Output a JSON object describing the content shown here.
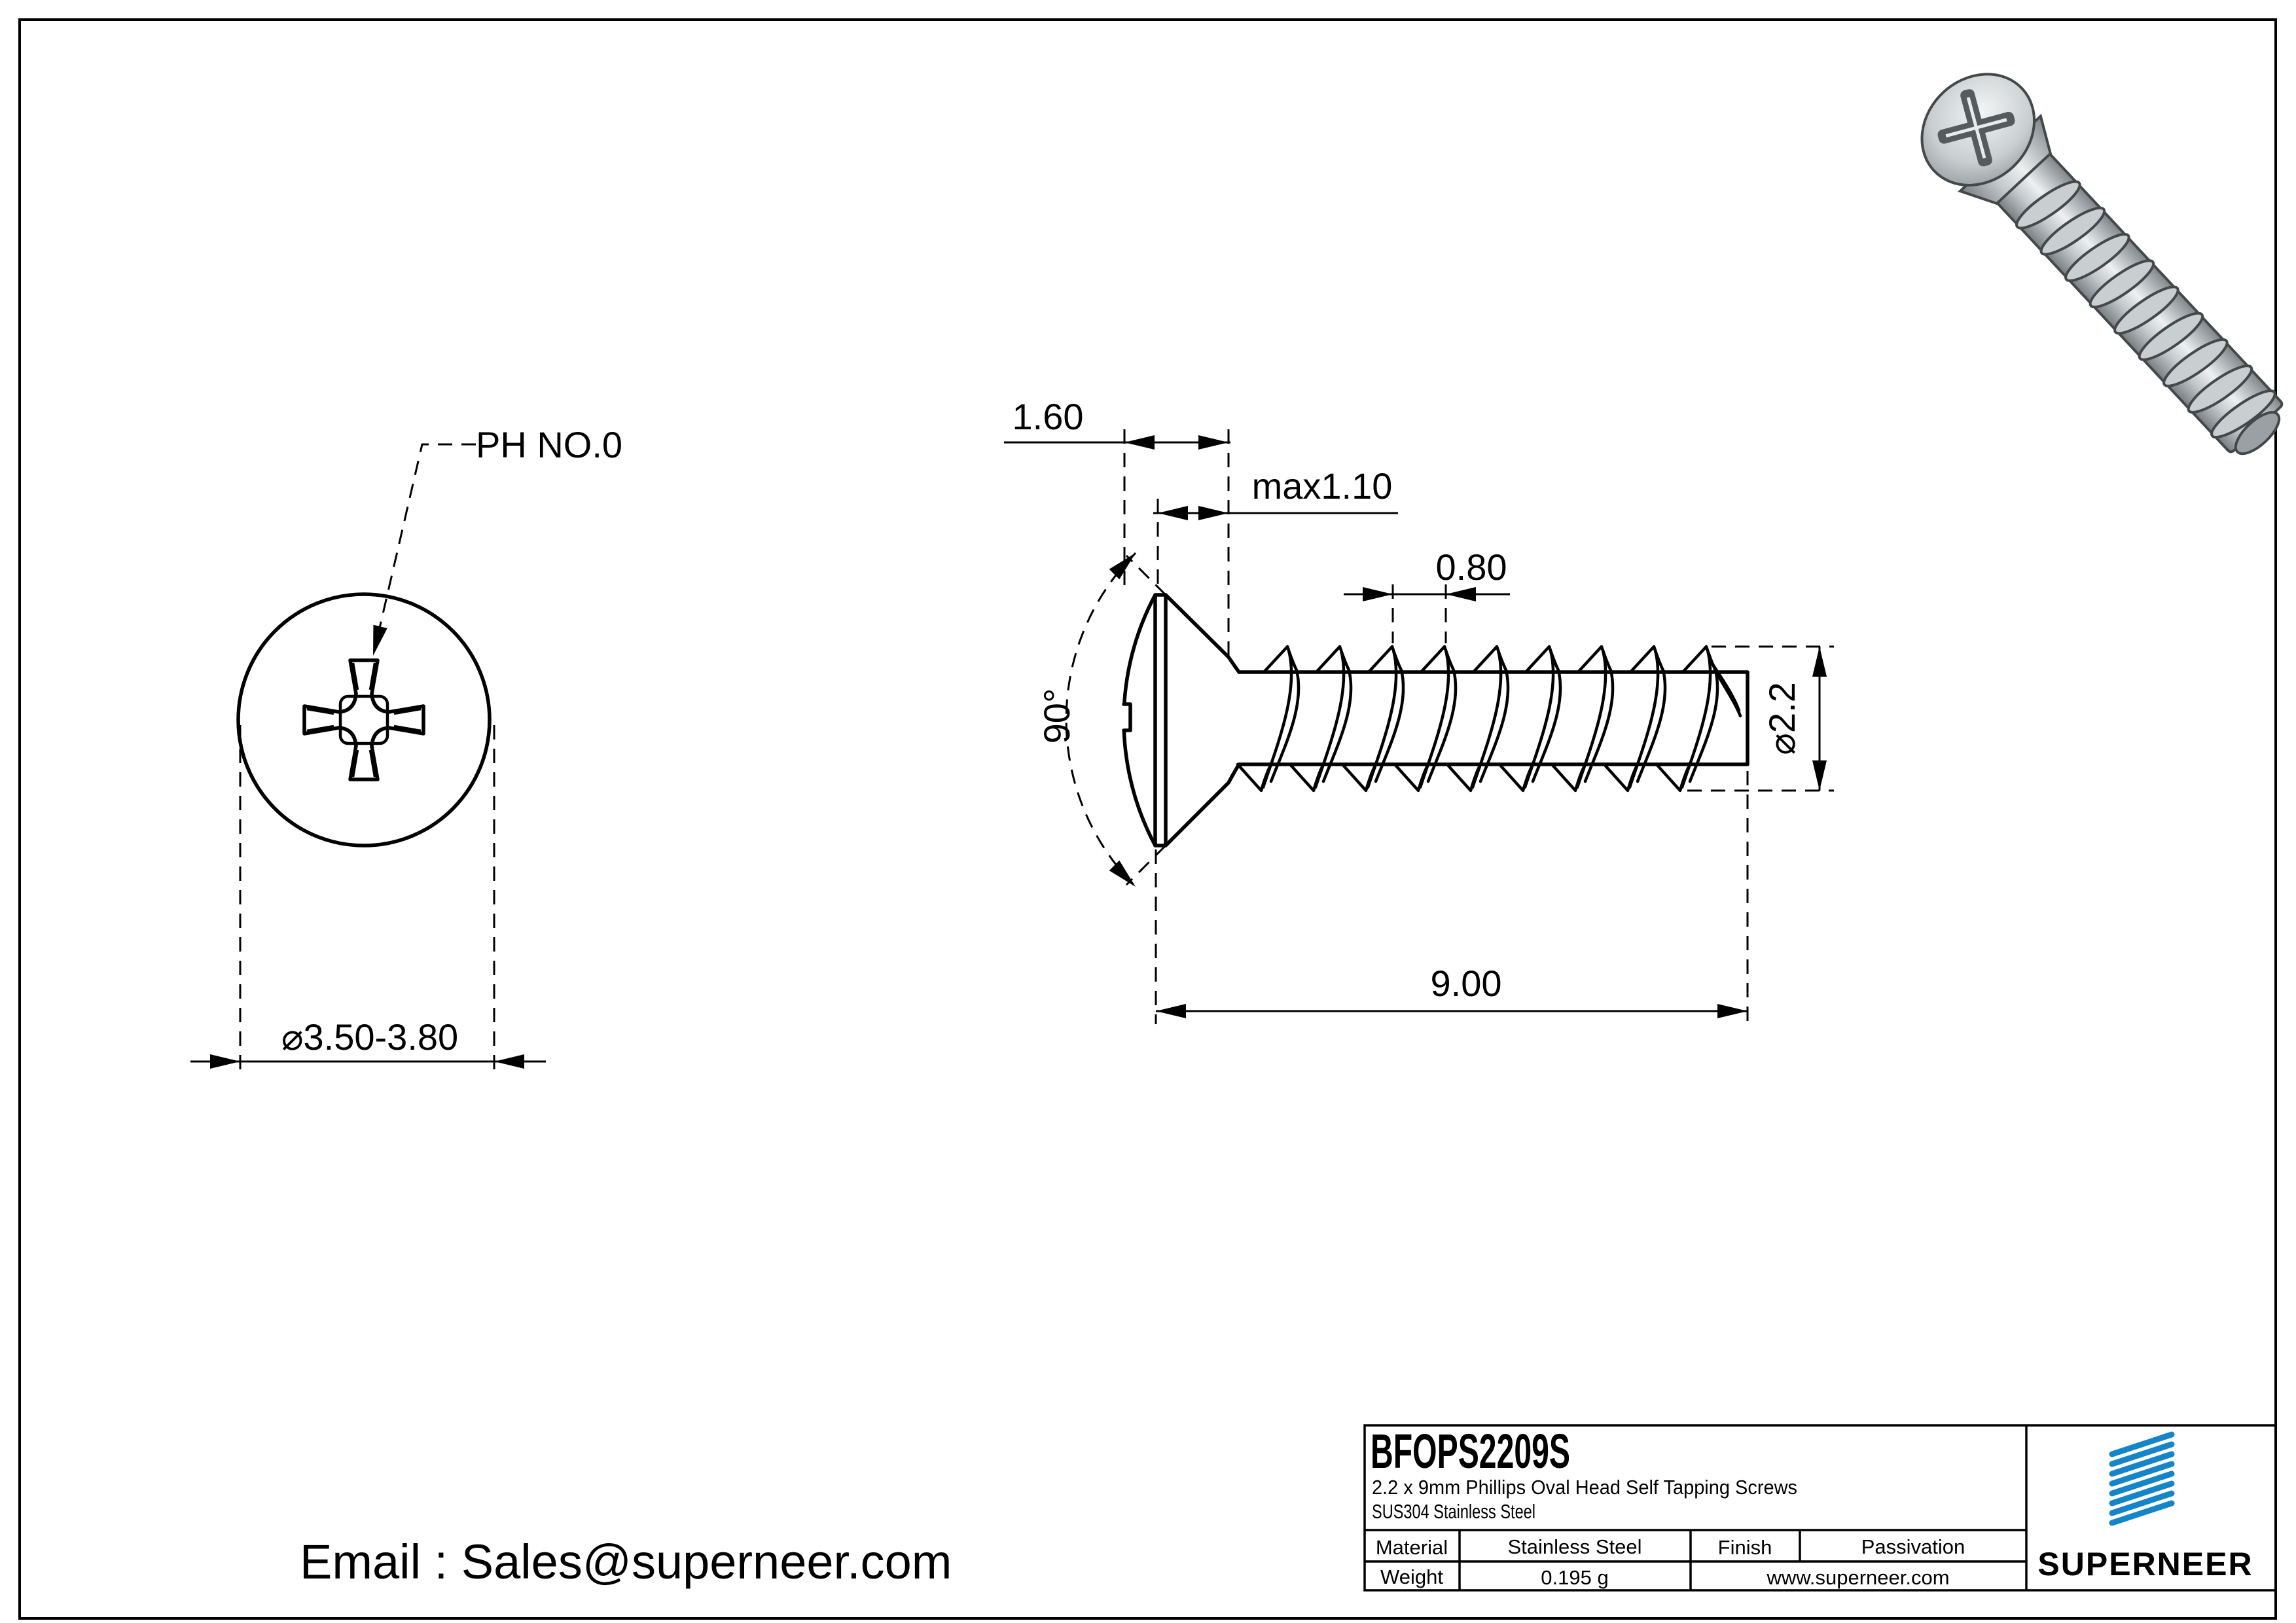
{
  "left_view": {
    "callout": "PH NO.0",
    "head_diameter_dim": "⌀3.50-3.80"
  },
  "side_view": {
    "head_height_dim": "1.60",
    "countersink_depth_dim": "max1.10",
    "thread_pitch_dim": "0.80",
    "head_angle_dim": "90°",
    "thread_diameter_dim": "⌀2.2",
    "length_dim": "9.00"
  },
  "footer": {
    "email": "Email : Sales@superneer.com"
  },
  "title_block": {
    "part_number": "BFOPS2209S",
    "description_line1": "2.2 x 9mm Phillips Oval Head Self Tapping Screws",
    "description_line2": "SUS304 Stainless Steel",
    "material_label": "Material",
    "material_value": "Stainless Steel",
    "finish_label": "Finish",
    "finish_value": "Passivation",
    "weight_label": "Weight",
    "weight_value": "0.195 g",
    "website": "www.superneer.com",
    "brand": "SUPERNEER",
    "colors": {
      "link_blue": "#187dc3",
      "brand_blue": "#1585c8",
      "line_black": "#000000"
    }
  }
}
